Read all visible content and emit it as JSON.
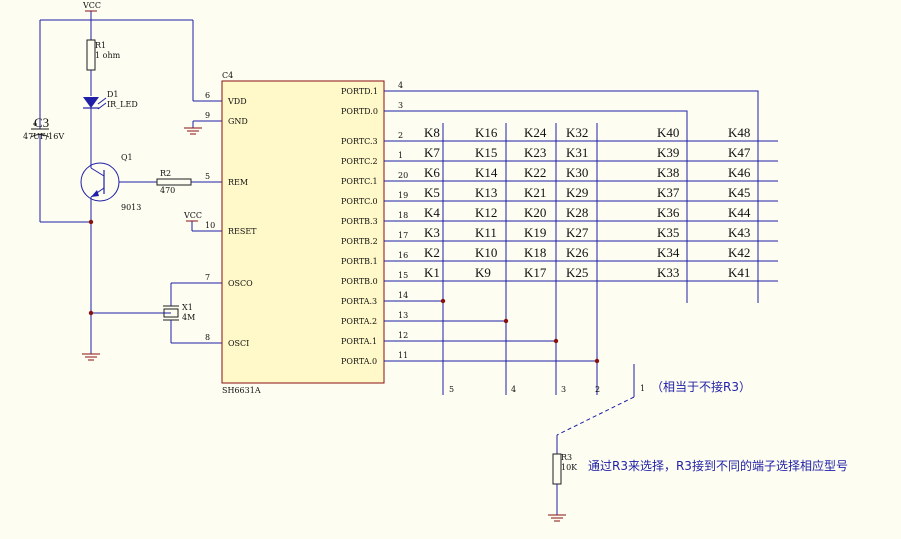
{
  "power": {
    "vcc_top": "VCC",
    "vcc_reset": "VCC"
  },
  "components": {
    "r1_ref": "R1",
    "r1_val": "1 ohm",
    "d1_ref": "D1",
    "d1_val": "IR_LED",
    "c3_ref": "C3",
    "c3_val": "47UF/16V",
    "q1_ref": "Q1",
    "q1_val": "9013",
    "r2_ref": "R2",
    "r2_val": "470",
    "x1_ref": "X1",
    "x1_val": "4M",
    "r3_ref": "R3",
    "r3_val": "10K",
    "ic_ref": "C4",
    "ic_part": "SH6631A"
  },
  "ic_left_pins": [
    {
      "num": "6",
      "name": "VDD"
    },
    {
      "num": "9",
      "name": "GND"
    },
    {
      "num": "5",
      "name": "REM"
    },
    {
      "num": "10",
      "name": "RESET"
    },
    {
      "num": "7",
      "name": "OSCO"
    },
    {
      "num": "8",
      "name": "OSCI"
    }
  ],
  "ic_right_pins": [
    {
      "num": "4",
      "name": "PORTD.1"
    },
    {
      "num": "3",
      "name": "PORTD.0"
    },
    {
      "num": "2",
      "name": "PORTC.3"
    },
    {
      "num": "1",
      "name": "PORTC.2"
    },
    {
      "num": "20",
      "name": "PORTC.1"
    },
    {
      "num": "19",
      "name": "PORTC.0"
    },
    {
      "num": "18",
      "name": "PORTB.3"
    },
    {
      "num": "17",
      "name": "PORTB.2"
    },
    {
      "num": "16",
      "name": "PORTB.1"
    },
    {
      "num": "15",
      "name": "PORTB.0"
    },
    {
      "num": "14",
      "name": "PORTA.3"
    },
    {
      "num": "13",
      "name": "PORTA.2"
    },
    {
      "num": "12",
      "name": "PORTA.1"
    },
    {
      "num": "11",
      "name": "PORTA.0"
    }
  ],
  "key_rows": [
    [
      "K8",
      "K16",
      "K24",
      "K32",
      "K40",
      "K48"
    ],
    [
      "K7",
      "K15",
      "K23",
      "K31",
      "K39",
      "K47"
    ],
    [
      "K6",
      "K14",
      "K22",
      "K30",
      "K38",
      "K46"
    ],
    [
      "K5",
      "K13",
      "K21",
      "K29",
      "K37",
      "K45"
    ],
    [
      "K4",
      "K12",
      "K20",
      "K28",
      "K36",
      "K44"
    ],
    [
      "K3",
      "K11",
      "K19",
      "K27",
      "K35",
      "K43"
    ],
    [
      "K2",
      "K10",
      "K18",
      "K26",
      "K34",
      "K42"
    ],
    [
      "K1",
      "K9",
      "K17",
      "K25",
      "K33",
      "K41"
    ]
  ],
  "select_terminals": [
    "5",
    "4",
    "3",
    "2",
    "1"
  ],
  "select_note": "（相当于不接R3）",
  "caption": "通过R3来选择，R3接到不同的端子选择相应型号"
}
